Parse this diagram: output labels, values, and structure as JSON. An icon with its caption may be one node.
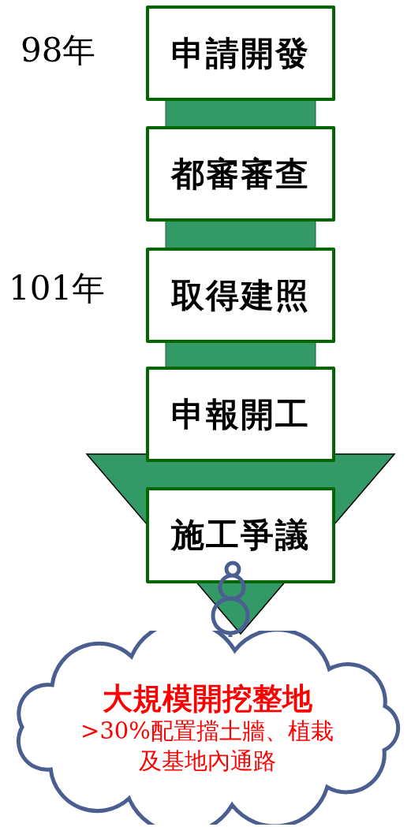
{
  "diagram": {
    "nodes": [
      {
        "text": [
          "申請開發"
        ],
        "beside": [
          "98年"
        ]
      },
      {
        "text": [
          "都審審查"
        ]
      },
      {
        "text": [
          "取得建照"
        ],
        "beside": [
          "101年"
        ]
      },
      {
        "text": [
          "申報開工"
        ]
      },
      {
        "text": [
          "施工爭議"
        ]
      },
      {
        "text": [
          "大規模開挖整地",
          ">30%配置擋土牆、植栽及基地內通路"
        ]
      }
    ],
    "edges": [
      {
        "from": 0,
        "to": 1,
        "arrow": "none",
        "style": "thick"
      },
      {
        "from": 1,
        "to": 2,
        "arrow": "none",
        "style": "thick"
      },
      {
        "from": 2,
        "to": 3,
        "arrow": "none",
        "style": "thick"
      },
      {
        "from": 3,
        "to": 5,
        "arrow": "to",
        "style": "thick"
      },
      {
        "from": 5,
        "to": 4,
        "arrow": "none",
        "color": "#4a5e8f"
      }
    ]
  }
}
